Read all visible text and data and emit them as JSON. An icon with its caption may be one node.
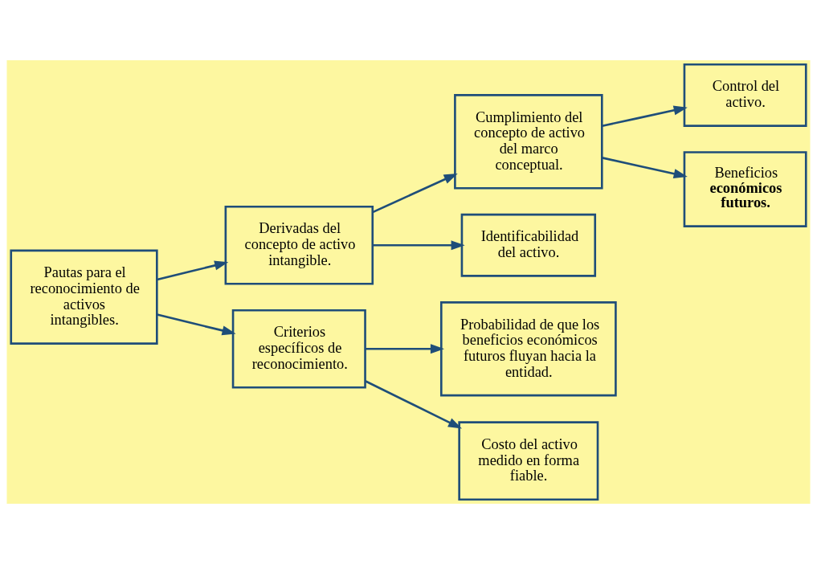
{
  "diagram": {
    "nodes": [
      {
        "text": [
          "Pautas para el reconocimiento de activos intangibles."
        ]
      },
      {
        "text": [
          "Derivadas del concepto de activo intangible."
        ]
      },
      {
        "text": [
          "Criterios específicos de reconocimiento."
        ]
      },
      {
        "text": [
          "Cumplimiento del concepto de activo del marco conceptual."
        ]
      },
      {
        "text": [
          "Identificabilidad del activo."
        ]
      },
      {
        "text": [
          "Probabilidad de que los beneficios económicos futuros fluyan hacia la entidad."
        ]
      },
      {
        "text": [
          "Costo del activo medido en forma fiable."
        ]
      },
      {
        "text": [
          "Control del activo."
        ]
      },
      {
        "text": [
          "Beneficios **económicos futuros.**"
        ]
      }
    ],
    "edges": [
      {
        "from": 0,
        "to": 1,
        "arrow": "to"
      },
      {
        "from": 0,
        "to": 2,
        "arrow": "to"
      },
      {
        "from": 1,
        "to": 3,
        "arrow": "to"
      },
      {
        "from": 1,
        "to": 4,
        "arrow": "to"
      },
      {
        "from": 2,
        "to": 5,
        "arrow": "to"
      },
      {
        "from": 2,
        "to": 6,
        "arrow": "to"
      },
      {
        "from": 3,
        "to": 7,
        "arrow": "to"
      },
      {
        "from": 3,
        "to": 8,
        "arrow": "to"
      }
    ]
  }
}
